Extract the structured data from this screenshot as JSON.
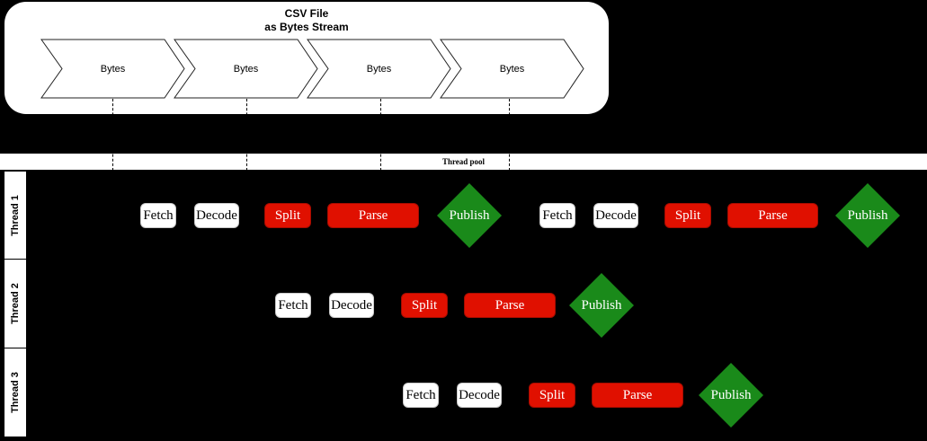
{
  "page": {
    "background": "#000000"
  },
  "colors": {
    "task_white": "#ffffff",
    "task_red": "#e01000",
    "publish_green": "#1a8a1a"
  },
  "csv_box": {
    "title_line1": "CSV File",
    "title_line2": "as Bytes Stream",
    "chevrons": [
      {
        "label": "Bytes"
      },
      {
        "label": "Bytes"
      },
      {
        "label": "Bytes"
      },
      {
        "label": "Bytes"
      }
    ]
  },
  "thread_pool": {
    "label": "Thread pool"
  },
  "threads": [
    {
      "name": "Thread 1",
      "items": [
        {
          "label": "Fetch",
          "kind": "task-white"
        },
        {
          "label": "Decode",
          "kind": "task-white"
        },
        {
          "label": "Split",
          "kind": "task-red"
        },
        {
          "label": "Parse",
          "kind": "task-red"
        },
        {
          "label": "Publish",
          "kind": "publish-diamond"
        },
        {
          "label": "Fetch",
          "kind": "task-white"
        },
        {
          "label": "Decode",
          "kind": "task-white"
        },
        {
          "label": "Split",
          "kind": "task-red"
        },
        {
          "label": "Parse",
          "kind": "task-red"
        },
        {
          "label": "Publish",
          "kind": "publish-diamond"
        }
      ]
    },
    {
      "name": "Thread 2",
      "items": [
        {
          "label": "Fetch",
          "kind": "task-white"
        },
        {
          "label": "Decode",
          "kind": "task-white"
        },
        {
          "label": "Split",
          "kind": "task-red"
        },
        {
          "label": "Parse",
          "kind": "task-red"
        },
        {
          "label": "Publish",
          "kind": "publish-diamond"
        }
      ]
    },
    {
      "name": "Thread 3",
      "items": [
        {
          "label": "Fetch",
          "kind": "task-white"
        },
        {
          "label": "Decode",
          "kind": "task-white"
        },
        {
          "label": "Split",
          "kind": "task-red"
        },
        {
          "label": "Parse",
          "kind": "task-red"
        },
        {
          "label": "Publish",
          "kind": "publish-diamond"
        }
      ]
    }
  ]
}
